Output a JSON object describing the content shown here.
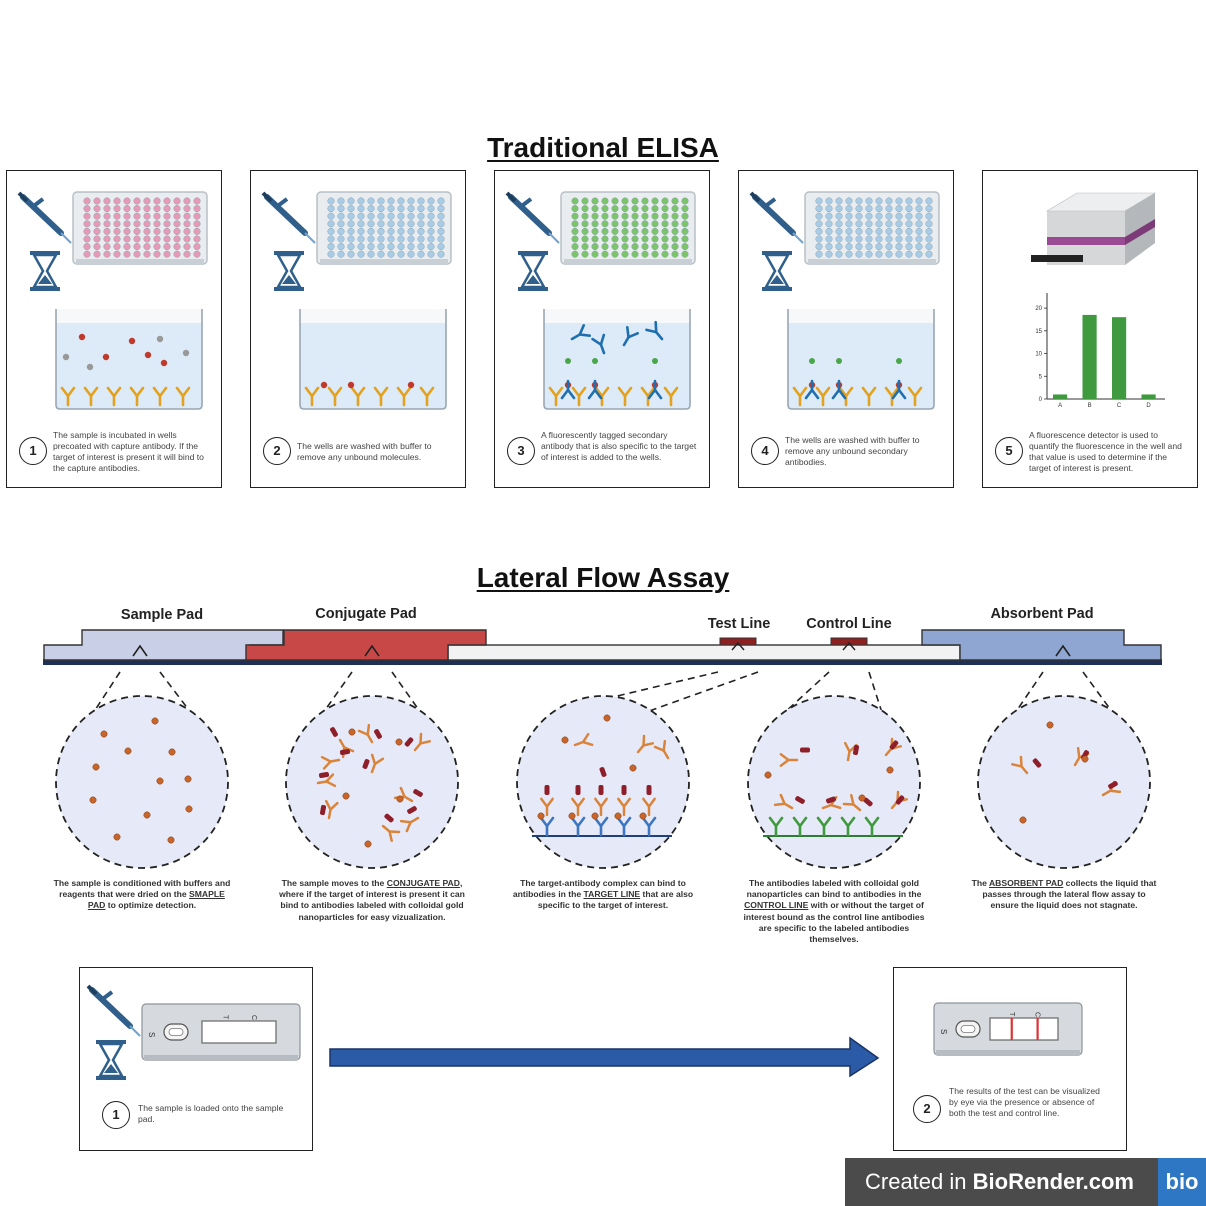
{
  "elisa": {
    "title": "Traditional ELISA",
    "steps": [
      {
        "number": "1",
        "text": "The sample is incubated in wells precoated with capture antibody. If the target of interest is present it will bind to the capture antibodies."
      },
      {
        "number": "2",
        "text": "The wells are washed with buffer to remove any unbound molecules."
      },
      {
        "number": "3",
        "text": "A fluorescently tagged secondary antibody that is also specific to the target of interest is added to the wells."
      },
      {
        "number": "4",
        "text": "The wells are washed with buffer to remove any unbound secondary antibodies."
      },
      {
        "number": "5",
        "text": "A fluorescence detector is used to quantify the fluorescence in the well and that value is used to determine if the target of interest is present."
      }
    ],
    "chart_data": {
      "type": "bar",
      "categories": [
        "A",
        "B",
        "C",
        "D"
      ],
      "values": [
        1,
        18.5,
        18,
        1
      ],
      "yticks": [
        "0",
        "5",
        "10",
        "15",
        "20"
      ],
      "ylim": [
        0,
        22
      ],
      "bar_color": "#3f9a3f"
    }
  },
  "lfa": {
    "title": "Lateral Flow Assay",
    "pads": {
      "sample": "Sample Pad",
      "conjugate": "Conjugate Pad",
      "test": "Test Line",
      "control": "Control Line",
      "absorbent": "Absorbent Pad"
    },
    "captions": {
      "c1": {
        "a": "The sample is conditioned with buffers and reagents that were dried on the ",
        "u": "SMAPLE PAD",
        "b": " to optimize detection."
      },
      "c2": {
        "a": "The sample moves to the ",
        "u": "CONJUGATE PAD",
        "b": ", where if the target of interest is present it can bind to antibodies labeled with colloidal gold nanoparticles for easy vizualization."
      },
      "c3": {
        "a": "The target-antibody complex can bind to antibodies in the ",
        "u": "TARGET LINE",
        "b": " that are also specific to the target of interest."
      },
      "c4": {
        "a": "The antibodies labeled with colloidal gold nanoparticles can bind to antibodies in the ",
        "u": "CONTROL LINE",
        "b": " with or without the target of interest bound as the control line antibodies are specific to the labeled antibodies themselves."
      },
      "c5": {
        "a": "The ",
        "u": "ABSORBENT PAD",
        "b": " collects the liquid that passes through the lateral flow assay to ensure the liquid does not stagnate."
      }
    },
    "steps": [
      {
        "number": "1",
        "text": "The sample is loaded onto the sample pad."
      },
      {
        "number": "2",
        "text": "The results of the test can be visualized by eye via the presence or absence of both the test and control line."
      }
    ],
    "cassette": {
      "s": "S",
      "t": "T",
      "c": "C"
    }
  },
  "footer": {
    "prefix": "Created in ",
    "brand": "BioRender.com",
    "logo": "bio"
  },
  "colors": {
    "pink_well": "#e79ab5",
    "blue_well": "#a8cbe6",
    "green_well": "#7cc46a",
    "sample_pad": "#c9cfe6",
    "conjugate_pad": "#c84848",
    "absorbent_pad": "#8fa6d2",
    "arrow": "#2b5aa7",
    "antibody_gold": "#e2a11e",
    "gold_particle": "#c8652a"
  }
}
